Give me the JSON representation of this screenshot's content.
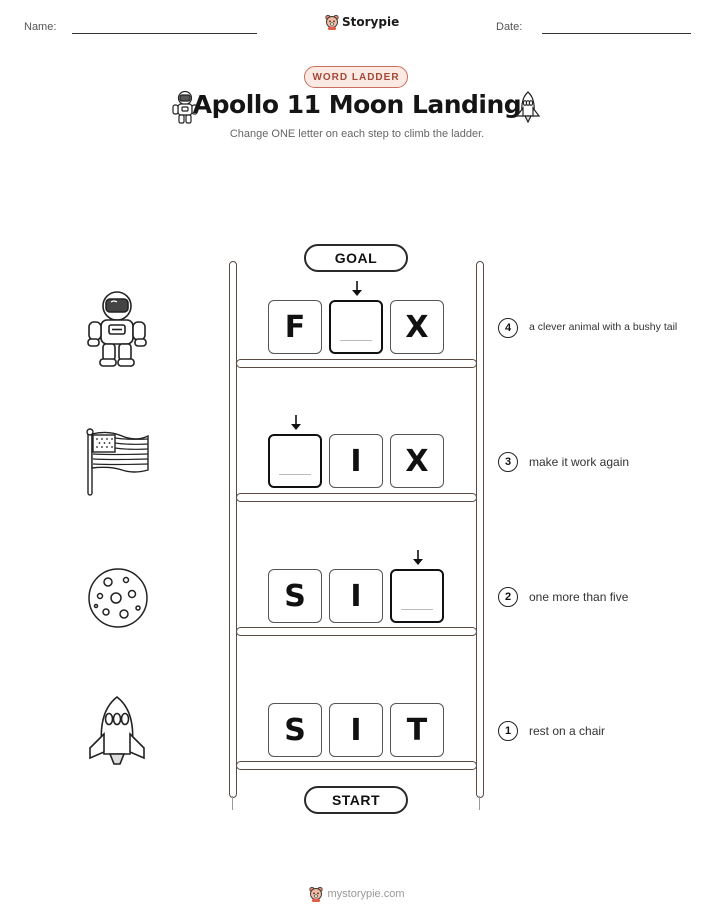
{
  "header": {
    "name_label": "Name:",
    "date_label": "Date:",
    "brand": "Storypie"
  },
  "badge": "WORD LADDER",
  "title": "Apollo 11 Moon Landing",
  "subtitle": "Change ONE letter on each step to climb the ladder.",
  "ladder": {
    "goal_label": "GOAL",
    "start_label": "START",
    "steps": [
      {
        "number": "4",
        "letters": [
          "F",
          "",
          "X"
        ],
        "clue": "a clever animal with a bushy tail",
        "icon": "astronaut-icon"
      },
      {
        "number": "3",
        "letters": [
          "",
          "I",
          "X"
        ],
        "clue": "make it work again",
        "icon": "flag-icon"
      },
      {
        "number": "2",
        "letters": [
          "S",
          "I",
          ""
        ],
        "clue": "one more than five",
        "icon": "moon-icon"
      },
      {
        "number": "1",
        "letters": [
          "S",
          "I",
          "T"
        ],
        "clue": "rest on a chair",
        "icon": "rocket-icon"
      }
    ]
  },
  "footer": "mystorypie.com"
}
